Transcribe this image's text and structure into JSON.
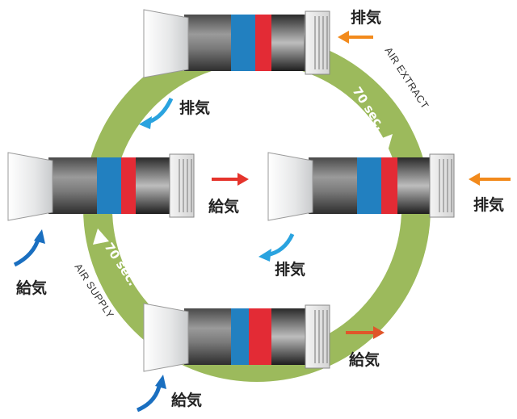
{
  "cycle": {
    "ring_color": "#9cba5c",
    "extract_phase": {
      "time_label": "70 sec.",
      "direction_label": "AIR EXTRACT"
    },
    "supply_phase": {
      "time_label": "70 sec.",
      "direction_label": "AIR SUPPLY"
    }
  },
  "flow_labels": {
    "exhaust": "排気",
    "supply": "給気"
  },
  "colors": {
    "exhaust_outside": "#f28a1c",
    "exhaust_inside": "#2aa3df",
    "supply_inside": "#e5342c",
    "supply_outside": "#1a6fc0",
    "ceramic_blue": "#2280c0",
    "ceramic_red": "#e32b35"
  },
  "units": [
    {
      "position": "top",
      "mode": "extract"
    },
    {
      "position": "left",
      "mode": "supply"
    },
    {
      "position": "right",
      "mode": "extract"
    },
    {
      "position": "bottom",
      "mode": "supply"
    }
  ]
}
